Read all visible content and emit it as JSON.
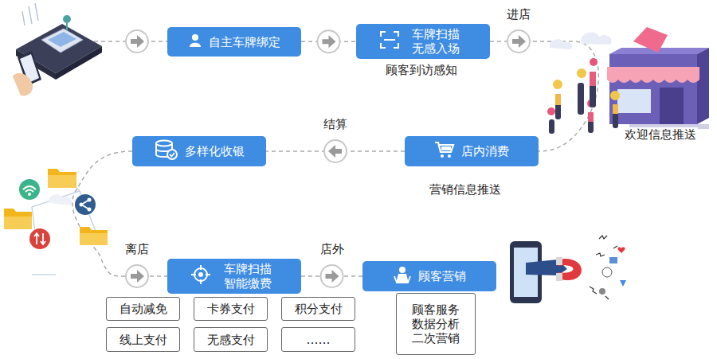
{
  "diagram": {
    "nodes": [
      {
        "text": [
          "自主车牌绑定"
        ]
      },
      {
        "text": [
          "车牌扫描 无感入场"
        ]
      },
      {
        "text": [
          "店内消费"
        ]
      },
      {
        "text": [
          "多样化收银"
        ]
      },
      {
        "text": [
          "车牌扫描 智能缴费"
        ]
      },
      {
        "text": [
          "顾客营销"
        ]
      },
      {
        "text": [
          "自动减免"
        ]
      },
      {
        "text": [
          "卡券支付"
        ]
      },
      {
        "text": [
          "积分支付"
        ]
      },
      {
        "text": [
          "线上支付"
        ]
      },
      {
        "text": [
          "无感支付"
        ]
      },
      {
        "text": [
          "……"
        ]
      },
      {
        "text": [
          "顾客服务 数据分析 二次营销"
        ]
      }
    ],
    "edges": [
      {
        "from": 0,
        "to": 1,
        "arrow": "to"
      },
      {
        "from": 1,
        "to": 2,
        "label": "进店",
        "arrow": "to"
      },
      {
        "from": 2,
        "to": 3,
        "label": "结算",
        "arrow": "to"
      },
      {
        "from": 3,
        "to": 4,
        "label": "离店",
        "arrow": "to"
      },
      {
        "from": 4,
        "to": 5,
        "label": "店外",
        "arrow": "to"
      }
    ],
    "labels": [
      "顾客到访感知",
      "欢迎信息推送",
      "营销信息推送"
    ]
  }
}
